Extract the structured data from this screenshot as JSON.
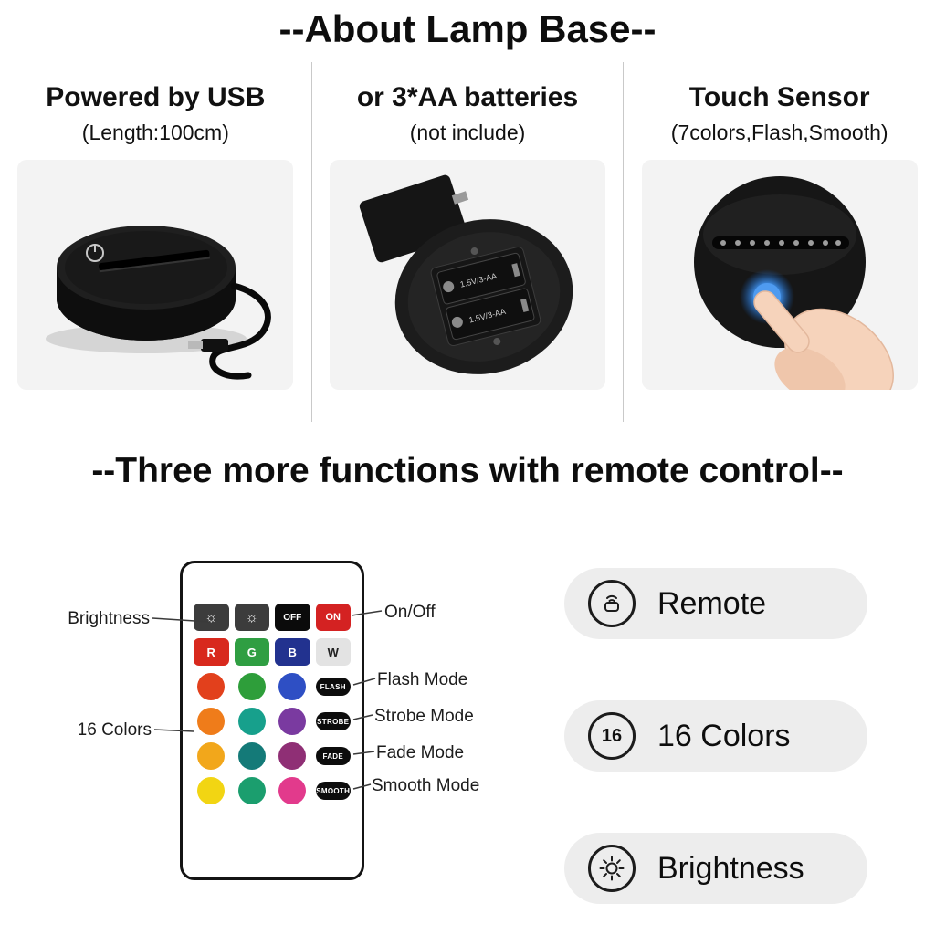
{
  "titles": {
    "about": "--About Lamp Base--",
    "remote": "--Three more functions with remote control--"
  },
  "features": [
    {
      "heading": "Powered by USB",
      "subheading": "(Length:100cm)"
    },
    {
      "heading": "or 3*AA batteries",
      "subheading": "(not include)"
    },
    {
      "heading": "Touch Sensor",
      "subheading": "(7colors,Flash,Smooth)"
    }
  ],
  "photos": {
    "battery_label": "1.5V/3-AA"
  },
  "remote": {
    "callouts": {
      "brightness": "Brightness",
      "on_off": "On/Off",
      "flash": "Flash Mode",
      "strobe": "Strobe Mode",
      "colors16": "16 Colors",
      "fade": "Fade Mode",
      "smooth": "Smooth Mode"
    },
    "keys": {
      "bright_up": {
        "icon": "☼",
        "bg": "#3c3c3c"
      },
      "bright_down": {
        "icon": "☼",
        "bg": "#3c3c3c"
      },
      "off": {
        "label": "OFF",
        "bg": "#0b0b0b"
      },
      "on": {
        "label": "ON",
        "bg": "#d42222"
      },
      "r": {
        "label": "R",
        "bg": "#d8291d"
      },
      "g": {
        "label": "G",
        "bg": "#2f9e42"
      },
      "b": {
        "label": "B",
        "bg": "#22328f"
      },
      "w": {
        "label": "W",
        "bg": "#e3e3e3"
      },
      "modes": [
        {
          "label": "FLASH"
        },
        {
          "label": "STROBE"
        },
        {
          "label": "FADE"
        },
        {
          "label": "SMOOTH"
        }
      ],
      "color_grid": [
        [
          "#e2401c",
          "#2e9e3a",
          "#2e4fc4"
        ],
        [
          "#ef7c1a",
          "#17a08c",
          "#7a3aa0"
        ],
        [
          "#f2a71b",
          "#147a78",
          "#8f2f75"
        ],
        [
          "#f2d513",
          "#1b9e6e",
          "#e23a8c"
        ]
      ]
    }
  },
  "badges": [
    {
      "label": "Remote",
      "icon": "remote-icon"
    },
    {
      "label": "16 Colors",
      "icon": "16-colors-icon",
      "icon_text": "16"
    },
    {
      "label": "Brightness",
      "icon": "brightness-icon"
    }
  ]
}
